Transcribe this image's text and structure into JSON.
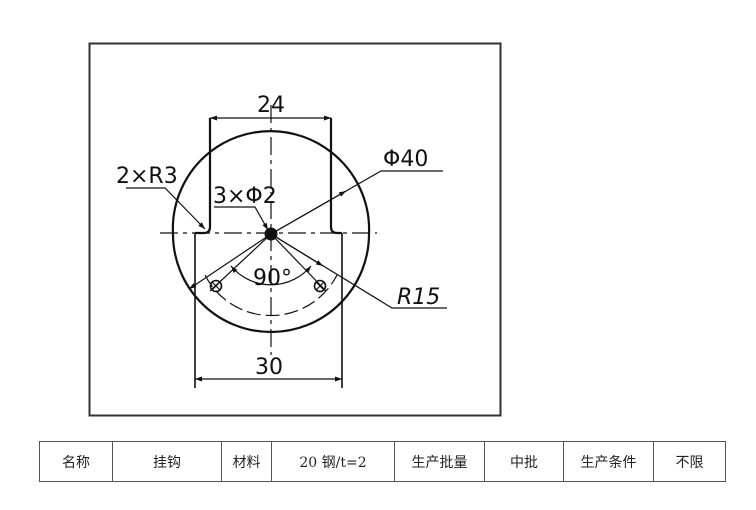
{
  "drawing": {
    "labels": {
      "width_top": "24",
      "diameter_outer": "Φ40",
      "fillet": "2×R3",
      "holes": "3×Φ2",
      "angle": "90°",
      "radius_bolt_circle": "R15",
      "width_bottom": "30"
    }
  },
  "spec_table": {
    "cells": [
      {
        "label": "名称",
        "width": 72
      },
      {
        "label": "挂钩",
        "width": 108
      },
      {
        "label": "材料",
        "width": 49
      },
      {
        "label": "20 钢/t=2",
        "width": 122
      },
      {
        "label": "生产批量",
        "width": 89
      },
      {
        "label": "中批",
        "width": 78
      },
      {
        "label": "生产条件",
        "width": 89
      },
      {
        "label": "不限",
        "width": 71
      }
    ]
  }
}
